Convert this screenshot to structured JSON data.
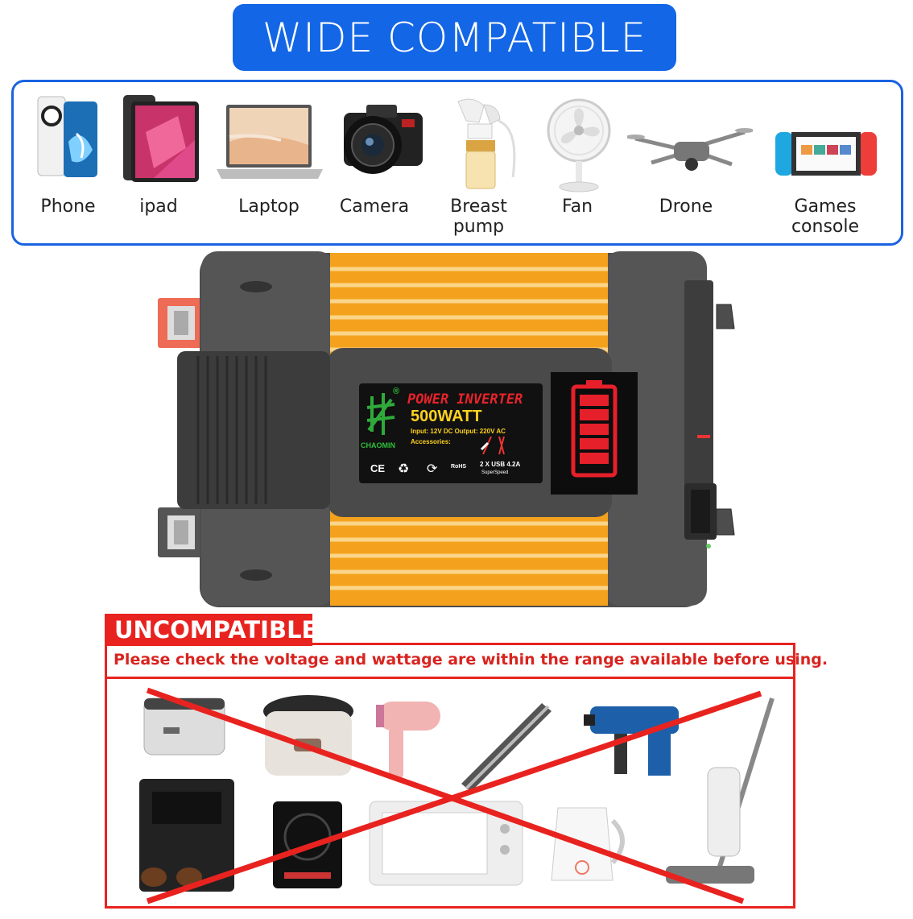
{
  "banner": {
    "title": "WIDE COMPATIBLE"
  },
  "compatible_devices": [
    {
      "label": "Phone",
      "icon": "phone-icon"
    },
    {
      "label": "ipad",
      "icon": "tablet-icon"
    },
    {
      "label": "Laptop",
      "icon": "laptop-icon"
    },
    {
      "label": "Camera",
      "icon": "camera-icon"
    },
    {
      "label": "Breast pump",
      "icon": "breast-pump-icon"
    },
    {
      "label": "Fan",
      "icon": "fan-icon"
    },
    {
      "label": "Drone",
      "icon": "drone-icon"
    },
    {
      "label": "Games console",
      "icon": "game-console-icon"
    }
  ],
  "product": {
    "title": "POWER INVERTER",
    "wattage": "500WATT",
    "brand": "CHAOMIN",
    "specs": "Input: 12V DC  Output: 220V AC",
    "accessories_label": "Accessories:",
    "usb": "2 X USB 4.2A",
    "usb_sub": "SuperSpeed",
    "ce_mark": "CE",
    "rohs_mark": "RoHS",
    "registered": "®"
  },
  "uncompatible": {
    "title": "UNCOMPATIBLE",
    "note": "Please check the voltage and wattage are within the range available before using.",
    "appliances": [
      "toaster-icon",
      "rice-cooker-icon",
      "hair-dryer-icon",
      "hair-straightener-icon",
      "hammer-drill-icon",
      "coffee-machine-icon",
      "induction-cooktop-icon",
      "microwave-oven-icon",
      "electric-kettle-icon",
      "wet-vacuum-icon"
    ]
  },
  "colors": {
    "banner_blue": "#1366e6",
    "box_blue": "#1a63e0",
    "warning_red": "#e8231f",
    "inverter_body": "#4a4a4a",
    "inverter_fins": "#f4a21d"
  }
}
